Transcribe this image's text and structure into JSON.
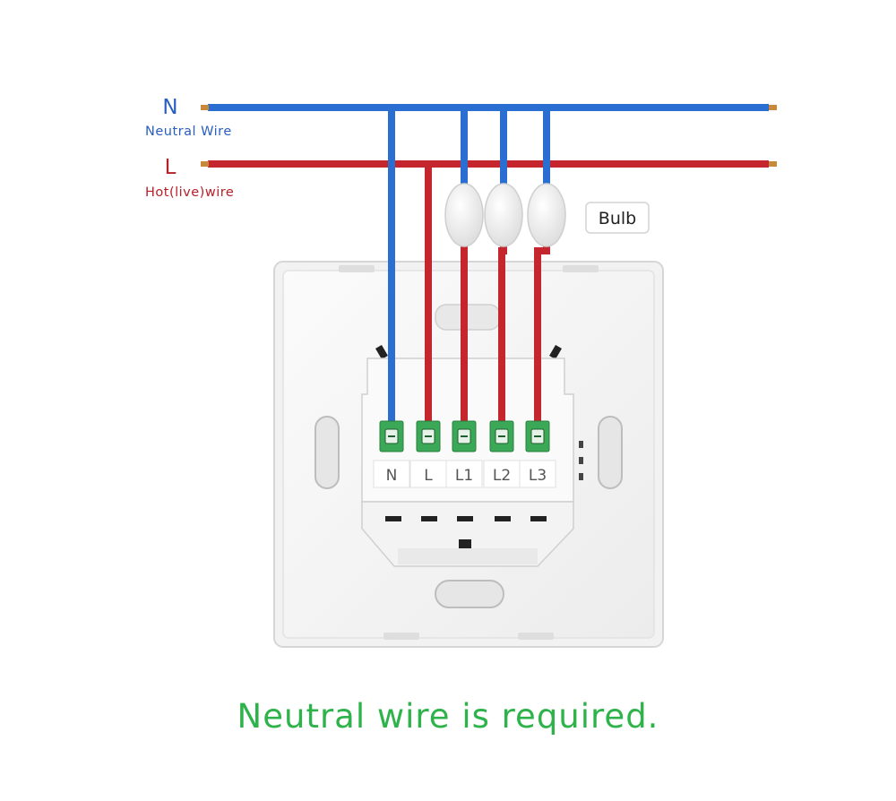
{
  "labels": {
    "neutral_letter": "N",
    "neutral_text": "Neutral Wire",
    "live_letter": "L",
    "live_text": "Hot(live)wire",
    "bulb": "Bulb",
    "terminals": [
      "N",
      "L",
      "L1",
      "L2",
      "L3"
    ]
  },
  "caption": "Neutral wire is required.",
  "colors": {
    "neutral_wire": "#2a6ed2",
    "live_wire": "#c5262e",
    "neutral_label": "#2a5fbf",
    "live_label": "#b5202a",
    "caption": "#2eb34a",
    "terminal": "#3aa856",
    "copper": "#c8893a"
  },
  "icons": [
    "bulb-icon",
    "screw-terminal-icon",
    "mounting-slot-icon"
  ]
}
